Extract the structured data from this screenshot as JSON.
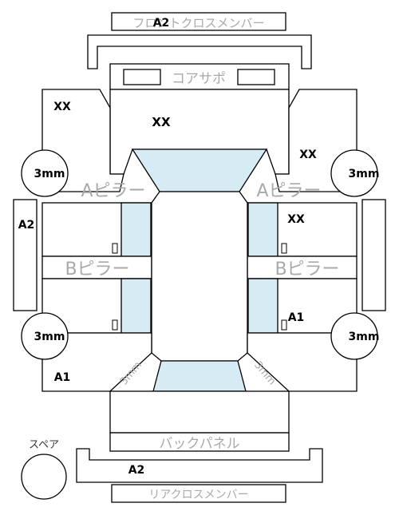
{
  "labels": {
    "front_cross_member": "フロントクロスメンバー",
    "core_support": "コアサポ",
    "a_pillar": "Aピラー",
    "b_pillar": "Bピラー",
    "back_panel": "バックパネル",
    "rear_cross_member": "リアクロスメンバー",
    "spare": "スペア",
    "corner_text": "3mm"
  },
  "markers": {
    "top_a2": "A2",
    "left_a2": "A2",
    "bottom_a2": "A2",
    "front_left_xx": "XX",
    "hood_xx": "XX",
    "front_right_xx": "XX",
    "right_mid_xx": "XX",
    "right_a1": "A1",
    "left_a1": "A1"
  },
  "tires": {
    "front_left": "3mm",
    "front_right": "3mm",
    "rear_left": "3mm",
    "rear_right": "3mm"
  }
}
